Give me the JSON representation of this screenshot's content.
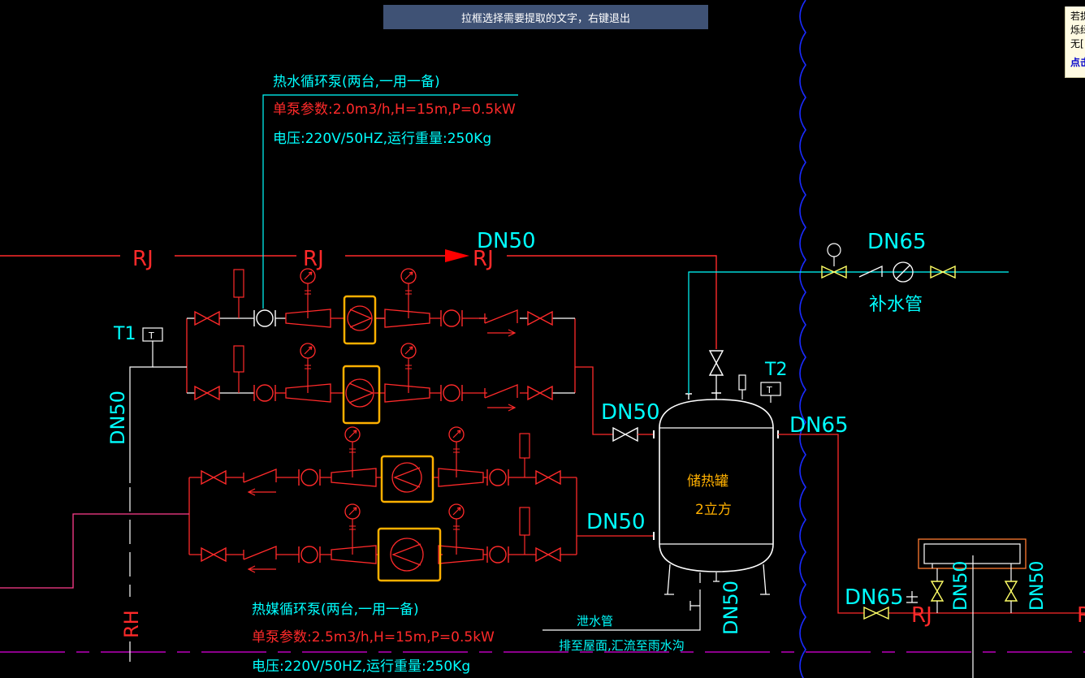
{
  "toolbar": {
    "hint": "拉框选择需要提取的文字，右键退出"
  },
  "tooltip": {
    "line1": "若提",
    "line2": "烁绿",
    "line3": "无[",
    "link": "点击"
  },
  "notes": {
    "hw_pump_title": "热水循环泵(两台,一用一备)",
    "hw_pump_params": "单泵参数:2.0m3/h,H=15m,P=0.5kW",
    "hw_pump_power": "电压:220V/50HZ,运行重量:250Kg",
    "hm_pump_title": "热媒循环泵(两台,一用一备)",
    "hm_pump_params": "单泵参数:2.5m3/h,H=15m,P=0.5kW",
    "hm_pump_power": "电压:220V/50HZ,运行重量:250Kg",
    "tank_name": "储热罐",
    "tank_volume": "2立方",
    "drain_title": "泄水管",
    "drain_desc": "排至屋面,汇流至雨水沟",
    "makeup_water": "补水管"
  },
  "labels": {
    "rj": "RJ",
    "rh": "RH",
    "dn50": "DN50",
    "dn65": "DN65",
    "t1": "T1",
    "t2": "T2",
    "t": "T"
  },
  "colors": {
    "red": "#ff2a2a",
    "cyan": "#00ffff",
    "white": "#ffffff",
    "yellow": "#ffff66",
    "orange": "#ffb000",
    "magenta": "#e000e0",
    "pink": "#ff3c8c",
    "blue": "#1a2bff"
  }
}
